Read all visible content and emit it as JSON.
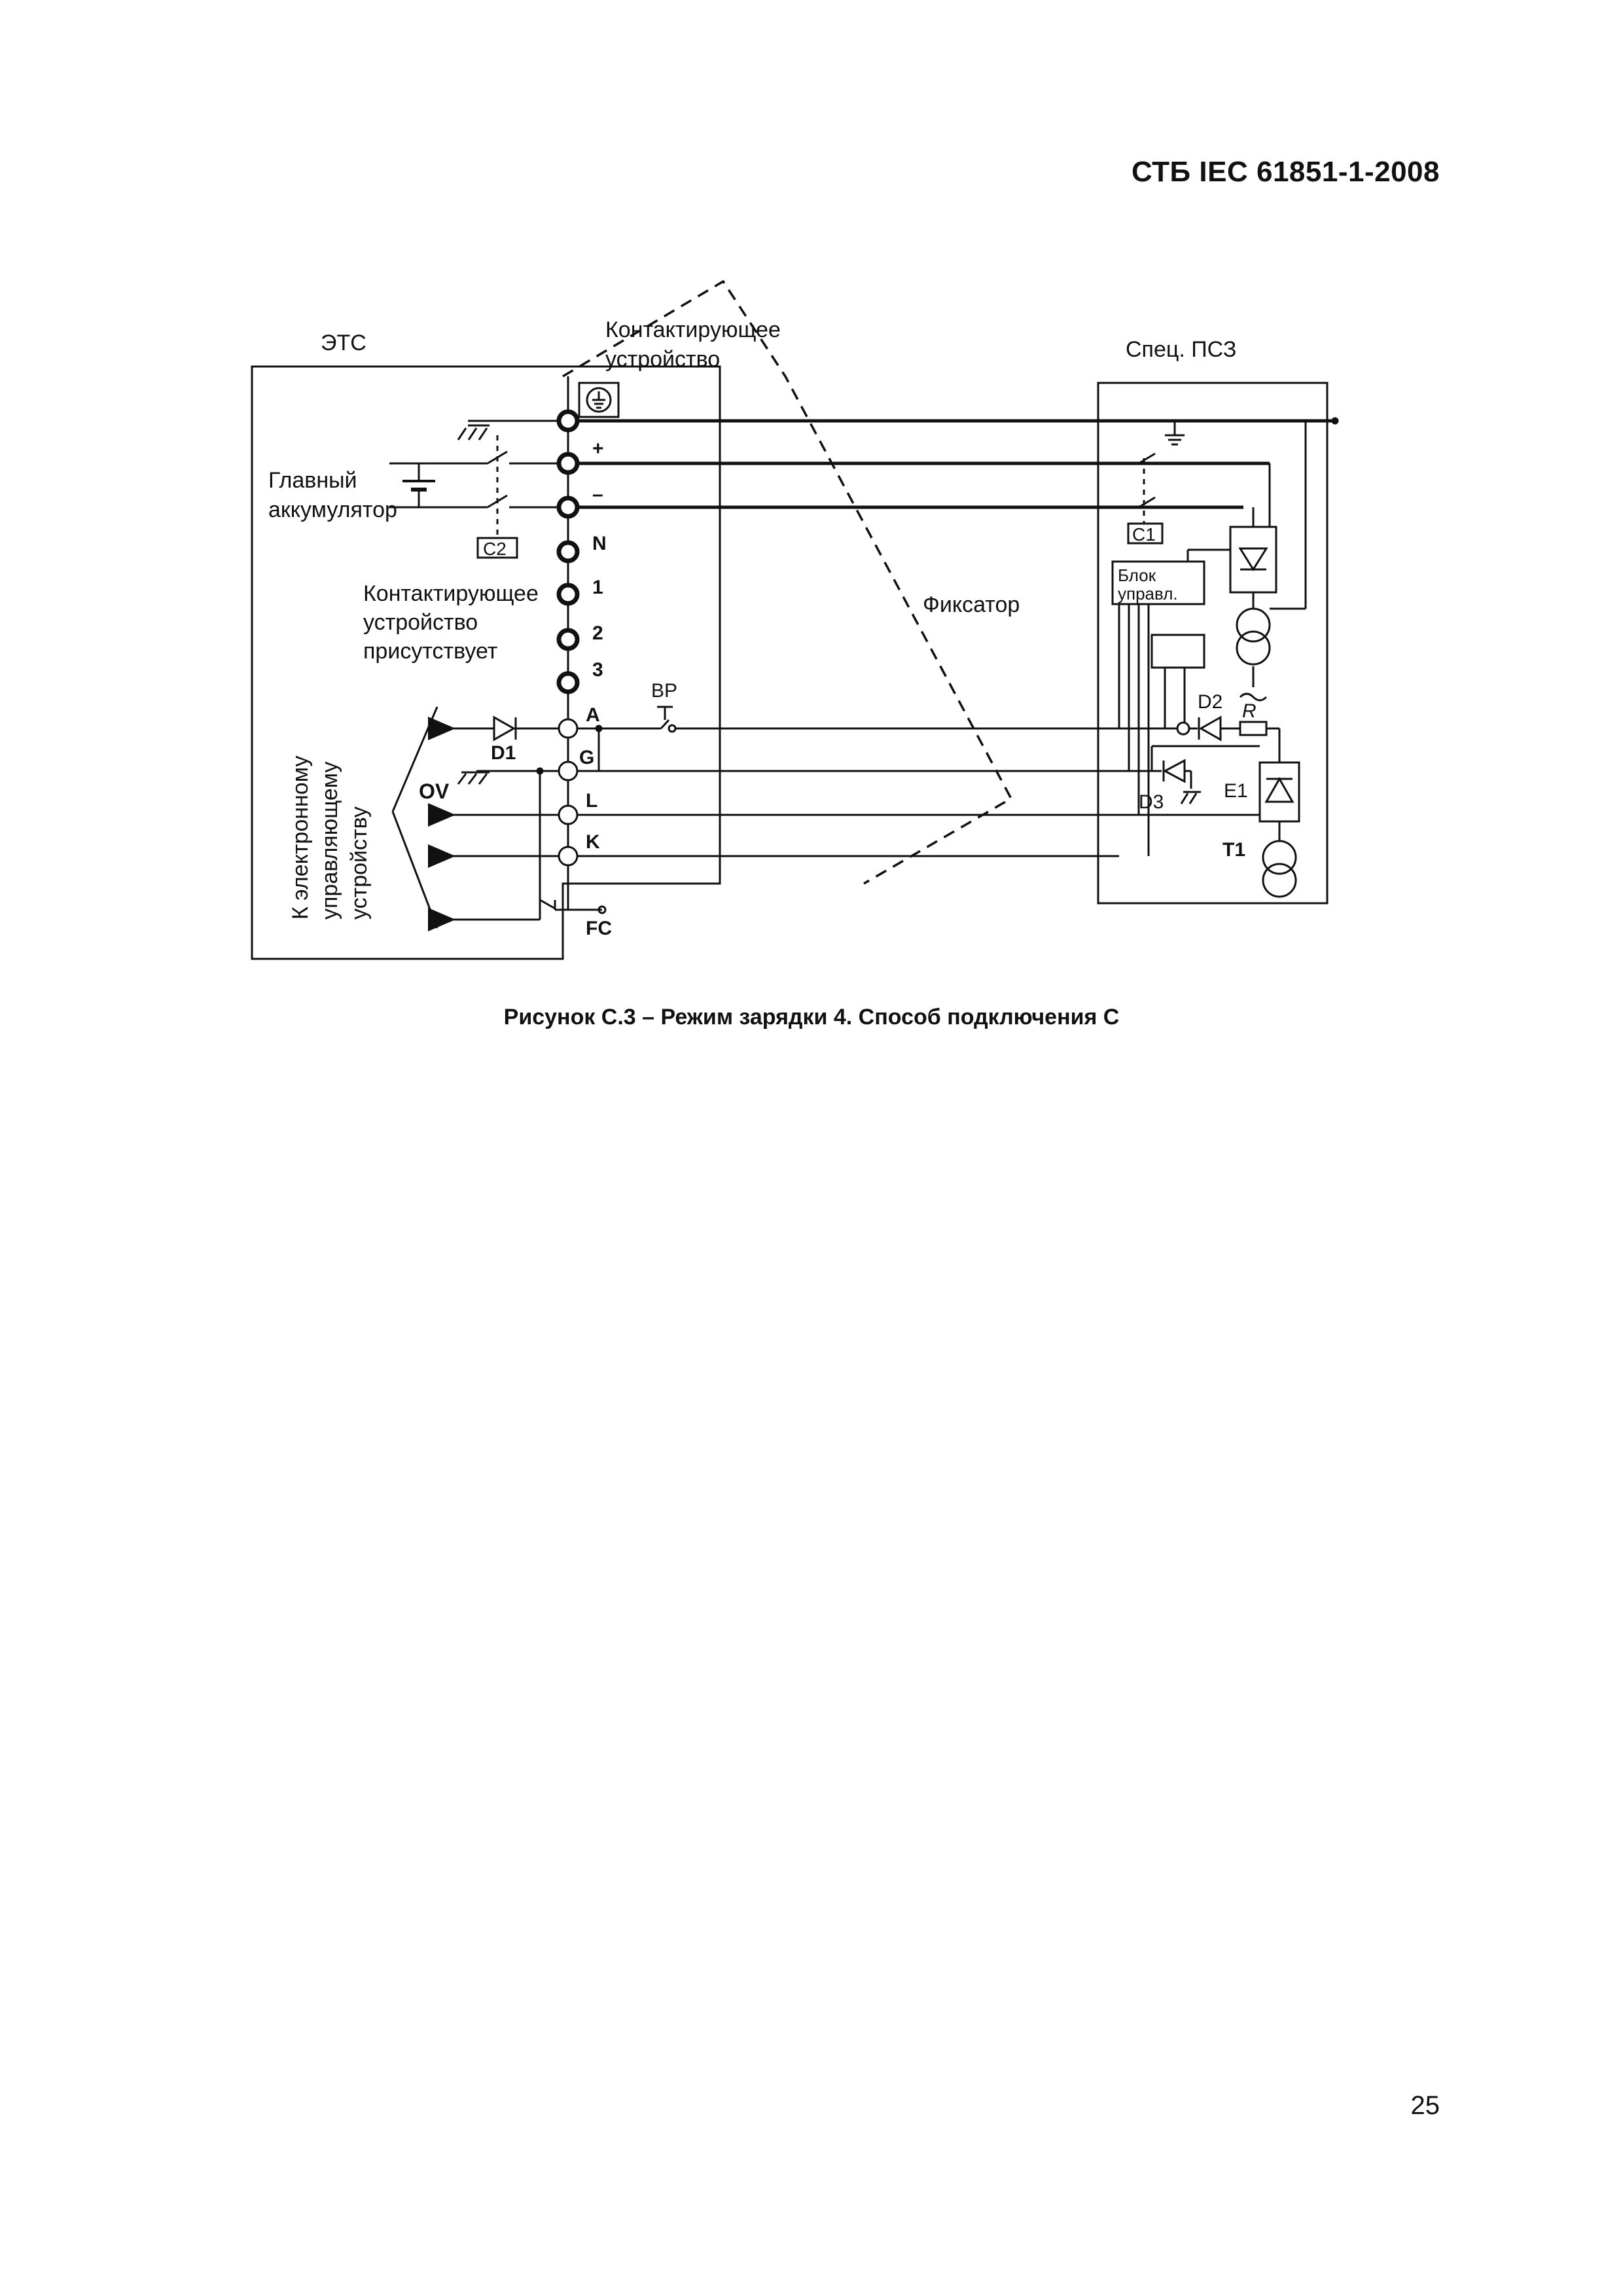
{
  "header": {
    "standard": "СТБ IEC 61851-1-2008"
  },
  "diagram": {
    "ets_label": "ЭТС",
    "contact_device_label": [
      "Контактирующее",
      "устройство"
    ],
    "special_psz_label": "Спец. ПСЗ",
    "main_battery_label": [
      "Главный",
      "аккумулятор"
    ],
    "contact_present_label": [
      "Контактирующее",
      "устройство",
      "присутствует"
    ],
    "to_control_device_label": [
      "К электронному",
      "управляющему",
      "устройству"
    ],
    "fixator_label": "Фиксатор",
    "control_block_label": [
      "Блок",
      "управл."
    ],
    "ov_label": "OV",
    "terminals": {
      "plus": "+",
      "minus": "–",
      "n": "N",
      "one": "1",
      "two": "2",
      "three": "3",
      "a": "A",
      "g": "G",
      "l": "L",
      "k": "K",
      "fc": "FC"
    },
    "components": {
      "c1": "C1",
      "c2": "C2",
      "d1": "D1",
      "d2": "D2",
      "d3": "D3",
      "e1": "E1",
      "t1": "T1",
      "r": "R",
      "bp": "BP"
    }
  },
  "caption": "Рисунок С.3 – Режим зарядки 4. Способ подключения С",
  "page_number": "25"
}
